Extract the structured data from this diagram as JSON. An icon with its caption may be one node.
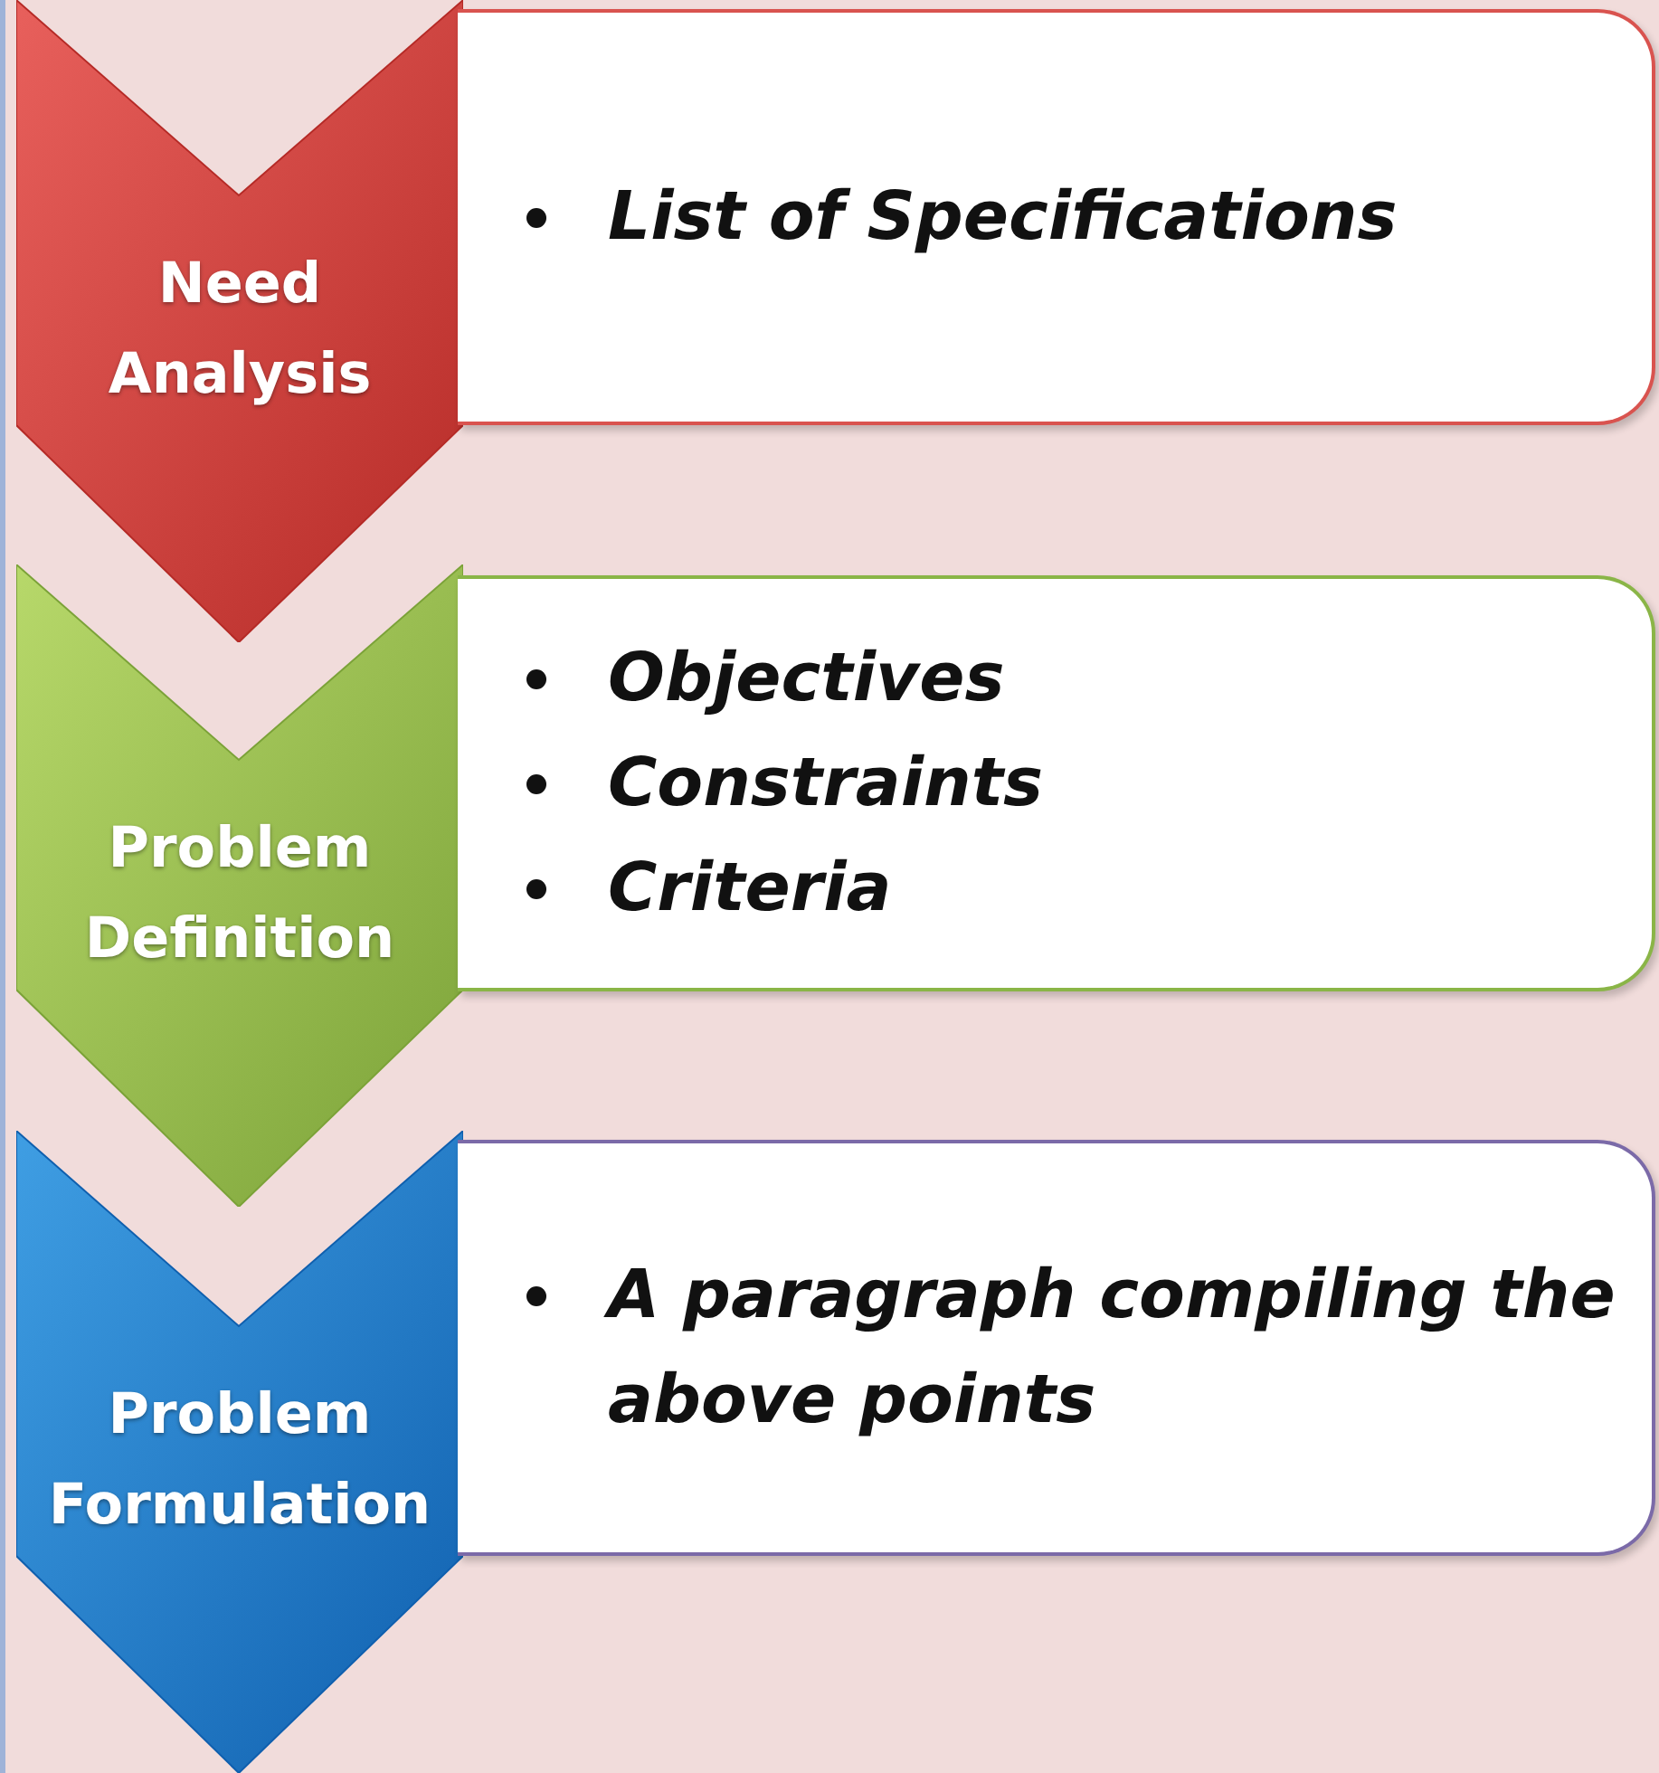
{
  "diagram": {
    "nodes": [
      {
        "text": [
          "Need Analysis"
        ]
      },
      {
        "text": [
          "List of Specifications"
        ]
      },
      {
        "text": [
          "Problem Definition"
        ]
      },
      {
        "text": [
          "Objectives",
          "Constraints",
          "Criteria"
        ]
      },
      {
        "text": [
          "Problem Formulation"
        ]
      },
      {
        "text": [
          "A paragraph compiling the above points"
        ]
      }
    ]
  }
}
